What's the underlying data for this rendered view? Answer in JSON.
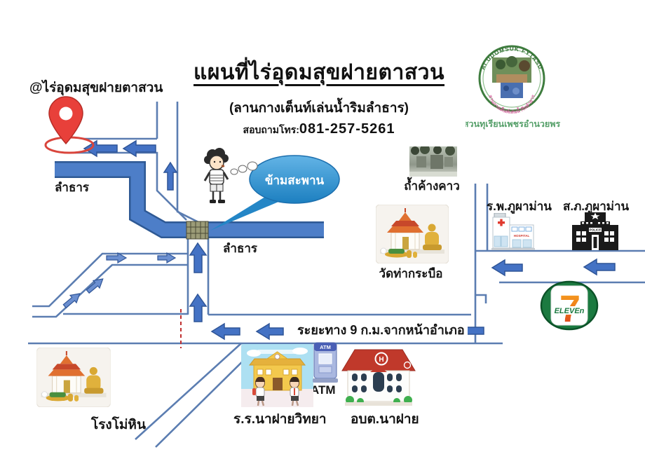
{
  "header": {
    "title": "แผนที่ไร่อุดมสุขฝายตาสวน",
    "subtitle": "(ลานกางเต็นท์เล่นน้ำริมลำธาร)",
    "phone_prefix": "สอบถามโทร:",
    "phone_number": "081-257-5261"
  },
  "logo": {
    "arc_text_top": "RAI UDOMSUK FYTASUN",
    "arc_text_bottom": "ลานกางเต็นท์เล่นน้ำริมลำธาร",
    "caption": "สวนทุเรียนเพชรอำนวยพร",
    "ring_color": "#3f7d3f",
    "caption_color": "#56a06a",
    "arc_bottom_color": "#d4659d"
  },
  "destination": {
    "label": "@ไร่อุดมสุขฝายตาสวน",
    "pin_color": "#e8403a"
  },
  "map": {
    "speech_bubble": "ข้ามสะพาน",
    "stream_label_upper": "ลำธาร",
    "stream_label_lower": "ลำธาร",
    "distance_note": "ระยะทาง 9 ก.ม.จากหน้าอำเภอ",
    "landmarks": {
      "bat_cave": "ถ้ำค้างคาว",
      "temple_tha_krabue": "วัดท่ากระบือ",
      "hospital": "ร.พ.ภูผาม่าน",
      "police_station": "ส.ภ.ภูผาม่าน",
      "school": "ร.ร.นาฝายวิทยา",
      "atm": "ATM",
      "sao_nafai": "อบต.นาฝาย",
      "rock_mill": "โรงโม่หิน"
    },
    "hospital_sign": "HOSPITAL",
    "police_sign": "POLICE",
    "helipad_mark": "H",
    "seven_eleven": {
      "numeral": "7",
      "word": "ELEVEn"
    }
  },
  "colors": {
    "road_line": "#5b7db1",
    "road_arrow_fill": "#4472c4",
    "road_arrow_border": "#2f5597",
    "stream_fill": "#4d7ec8",
    "stream_border": "#2e5994",
    "dashed_line": "#c03030",
    "bubble_blue": "#2486c6"
  }
}
